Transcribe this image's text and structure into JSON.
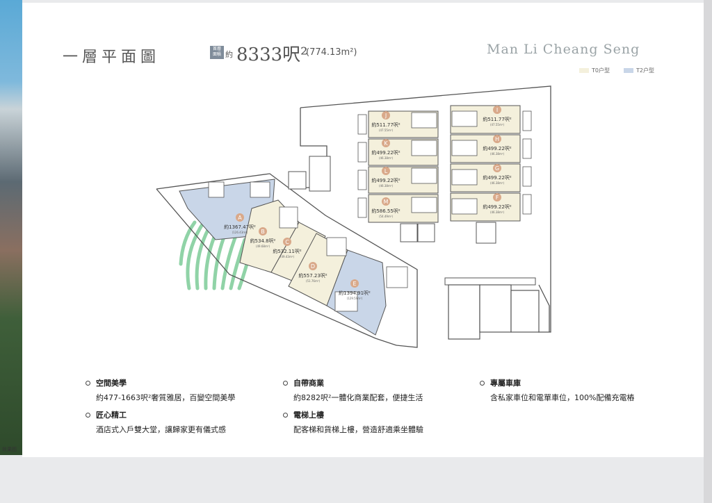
{
  "photo_caption": "效果图",
  "header": {
    "title": "一層平面圖",
    "area_tag": "首層\n面積",
    "area_prefix": "約",
    "area_main": "8333呎²",
    "area_sub": "(774.13m²)",
    "brand": "Man Li Cheang Seng"
  },
  "legend": [
    {
      "label": "T0户型",
      "color": "#f4f0dc"
    },
    {
      "label": "T2户型",
      "color": "#c9d6e8"
    }
  ],
  "plan": {
    "colors": {
      "wall": "#555555",
      "t0": "#f4f0dc",
      "t2": "#c9d6e8",
      "logo": "#6cc58a"
    },
    "units": [
      {
        "letter": "J",
        "area": "約511.77呎²",
        "sub": "(47.55m²)"
      },
      {
        "letter": "K",
        "area": "約499.22呎²",
        "sub": "(46.38m²)"
      },
      {
        "letter": "L",
        "area": "約499.22呎²",
        "sub": "(46.38m²)"
      },
      {
        "letter": "M",
        "area": "約586.55呎²",
        "sub": "(54.49m²)"
      },
      {
        "letter": "I",
        "area": "約511.77呎²",
        "sub": "(47.55m²)"
      },
      {
        "letter": "H",
        "area": "約499.22呎²",
        "sub": "(46.38m²)"
      },
      {
        "letter": "G",
        "area": "約499.22呎²",
        "sub": "(46.38m²)"
      },
      {
        "letter": "F",
        "area": "約499.22呎²",
        "sub": "(46.38m²)"
      },
      {
        "letter": "A",
        "area": "約1367.47呎²",
        "sub": "(126.43m²)"
      },
      {
        "letter": "B",
        "area": "約534.8呎²",
        "sub": "(49.68m²)"
      },
      {
        "letter": "C",
        "area": "約532.11呎²",
        "sub": "(49.43m²)"
      },
      {
        "letter": "D",
        "area": "約557.23呎²",
        "sub": "(51.76m²)"
      },
      {
        "letter": "E",
        "area": "約1394.91呎²",
        "sub": "(129.59m²)"
      }
    ]
  },
  "features": [
    {
      "title": "空間美學",
      "desc": "約477-1663呎²奢質雅居，百變空間美學"
    },
    {
      "title": "匠心精工",
      "desc": "酒店式入戶雙大堂，讓歸家更有儀式感"
    },
    {
      "title": "自帶商業",
      "desc": "約8282呎²一體化商業配套，便捷生活"
    },
    {
      "title": "電梯上樓",
      "desc": "配客梯和貨梯上樓，營造舒適乘坐體驗"
    },
    {
      "title": "專屬車庫",
      "desc": "含私家車位和電單車位，100%配備充電樁"
    }
  ]
}
